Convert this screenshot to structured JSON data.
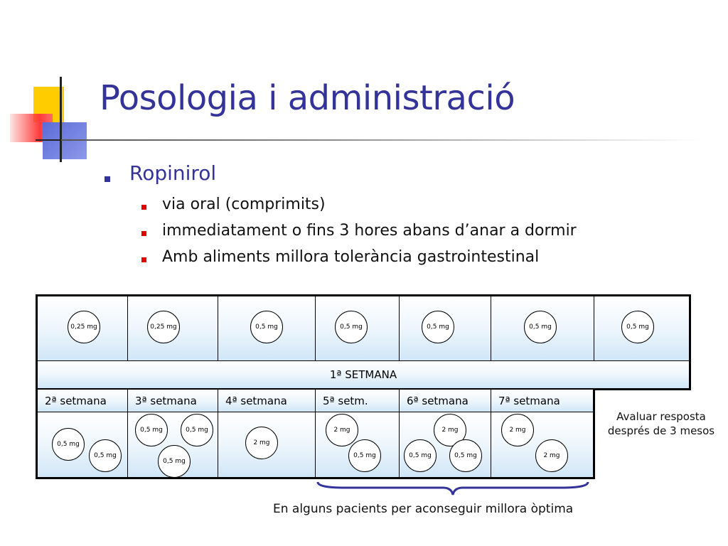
{
  "title": "Posologia i administració",
  "bullet": "Ropinirol",
  "sub_bullets": [
    "via oral (comprimits)",
    "immediatament o fins 3 hores abans d’anar a dormir",
    "Amb aliments millora tolerància gastrointestinal"
  ],
  "week1": {
    "label": "1ª SETMANA",
    "doses": [
      "0,25 mg",
      "0,25 mg",
      "0,5 mg",
      "0,5 mg",
      "0,5 mg",
      "0,5 mg",
      "0,5 mg"
    ]
  },
  "weeks": [
    {
      "label": "2ª setmana",
      "doses": [
        "0,5 mg",
        "0,5 mg"
      ]
    },
    {
      "label": "3ª setmana",
      "doses": [
        "0,5 mg",
        "0,5 mg",
        "0,5 mg"
      ]
    },
    {
      "label": "4ª setmana",
      "doses": [
        "2 mg"
      ]
    },
    {
      "label": "5ª setm.",
      "doses": [
        "2 mg",
        "0,5 mg"
      ]
    },
    {
      "label": "6ª setmana",
      "doses": [
        "2 mg",
        "0,5 mg",
        "0,5 mg"
      ]
    },
    {
      "label": "7ª setmana",
      "doses": [
        "2 mg",
        "2 mg"
      ]
    }
  ],
  "note": "Avaluar resposta després de 3 mesos",
  "footer": "En alguns pacients per aconseguir millora òptima",
  "colors": {
    "title": "#333399",
    "sub_bullet": "#e00000",
    "brace": "#333399"
  }
}
